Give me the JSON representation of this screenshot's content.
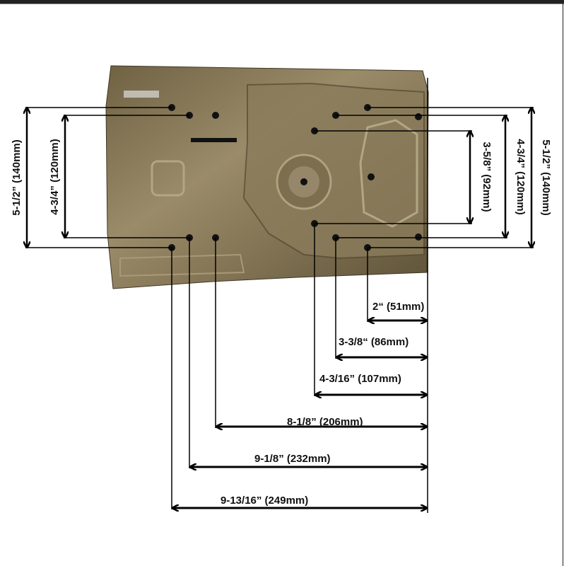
{
  "colors": {
    "plate": "#8b7c5c",
    "plate_dark": "#4e4430",
    "line": "#000000"
  },
  "dimensions": {
    "left_outer": "5-1/2” (140mm)",
    "left_inner": "4-3/4” (120mm)",
    "right_inner": "3-5/8” (92mm)",
    "right_middle": "4-3/4” (120mm)",
    "right_outer": "5-1/2” (140mm)",
    "h1": "2“ (51mm)",
    "h2": "3-3/8“ (86mm)",
    "h3": "4-3/16” (107mm)",
    "h4": "8-1/8” (206mm)",
    "h5": "9-1/8” (232mm)",
    "h6": "9-13/16” (249mm)"
  }
}
